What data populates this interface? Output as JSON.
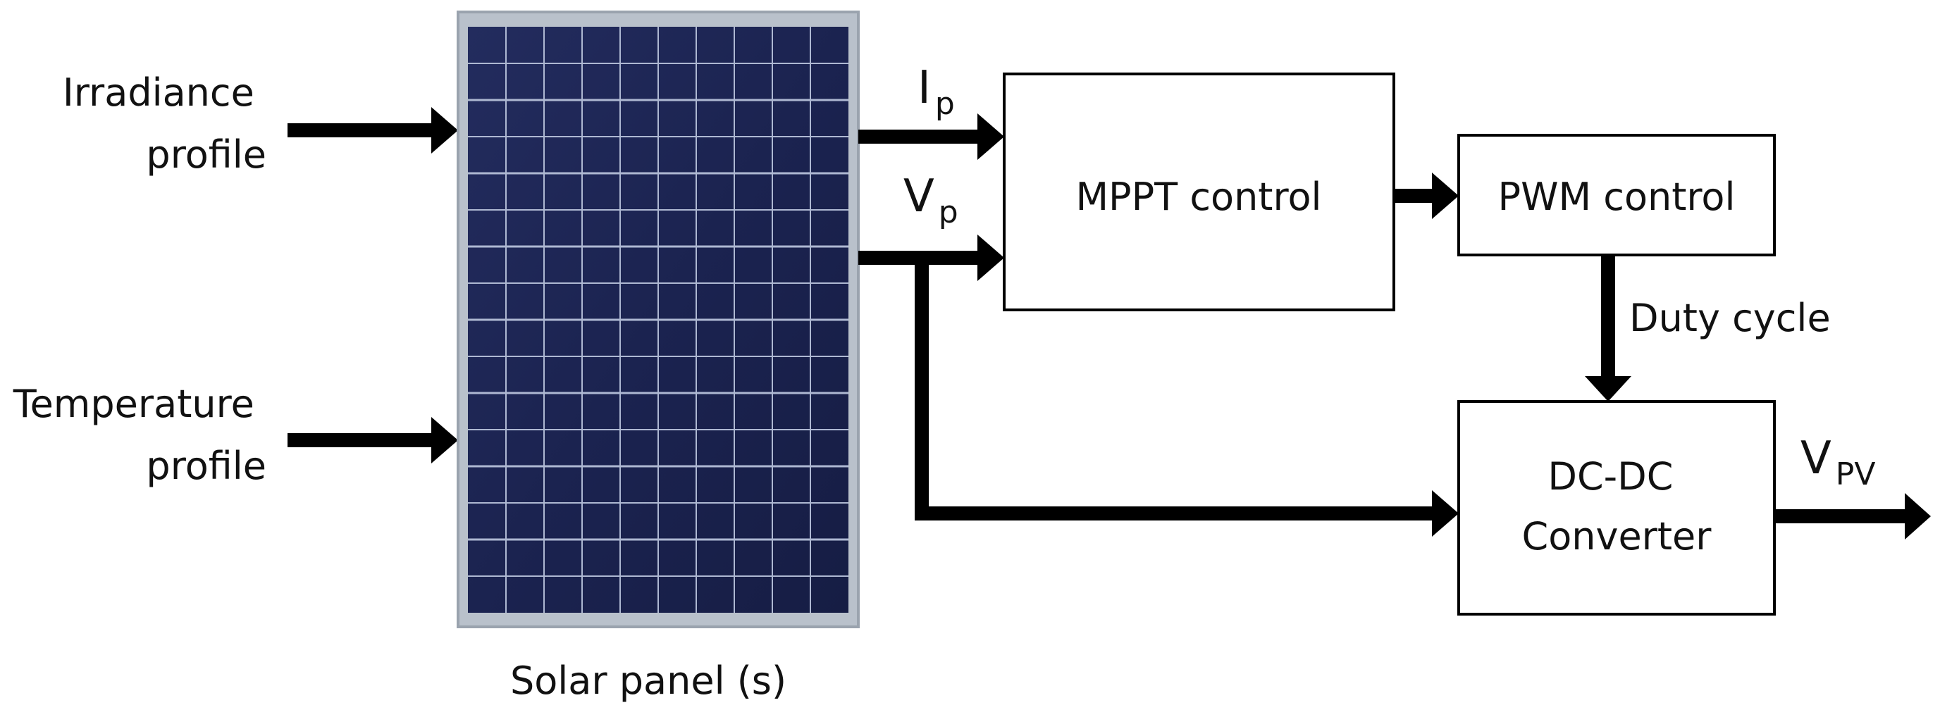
{
  "inputs": {
    "irradiance": [
      "Irradiance",
      "profile"
    ],
    "temperature": [
      "Temperature",
      "profile"
    ]
  },
  "panel": {
    "caption": "Solar panel (s)",
    "frame_color": "#b9c1cb",
    "cell_color": "#1b2350",
    "grid_color": "#aeb8d2"
  },
  "signals": {
    "current": {
      "base": "I",
      "sub": "p"
    },
    "voltage": {
      "base": "V",
      "sub": "p"
    },
    "duty_cycle": "Duty cycle",
    "output": {
      "base": "V",
      "sub": "PV"
    }
  },
  "blocks": {
    "mppt": "MPPT control",
    "pwm": "PWM control",
    "converter": [
      "DC-DC",
      "Converter"
    ]
  }
}
